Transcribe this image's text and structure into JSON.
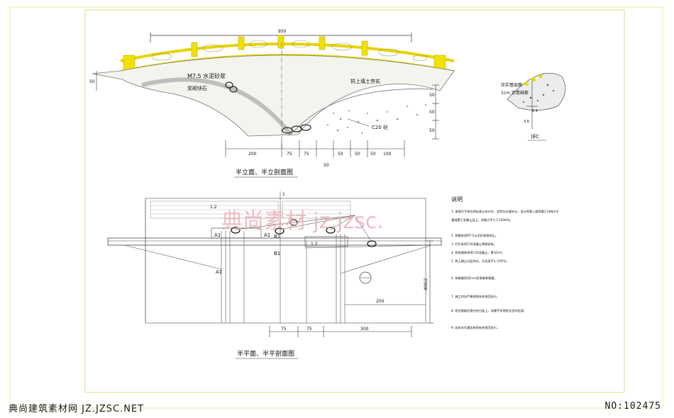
{
  "drawing": {
    "top_elevation": {
      "title": "半立面、半立剖面图",
      "overall_dim": "950",
      "dims_bottom": [
        "200",
        "75",
        "75",
        "50",
        "50",
        "50",
        "100"
      ],
      "dim_below": "50",
      "dim_left": "50",
      "dims_right": [
        "50",
        "50",
        "50"
      ],
      "label_mortar": "M7.5 水泥砂浆",
      "label_stone": "浆砌块石",
      "label_fill": "拱上填土夯实",
      "label_concrete": "C20 砼"
    },
    "detail": {
      "title": "详C",
      "note1": "压实基层面",
      "note2": "1cm 沥青麻絮",
      "dims": [
        "6.4",
        "3.6"
      ]
    },
    "bottom_plan": {
      "title": "半平面、半平剖面图",
      "dims_bottom": [
        "75",
        "75",
        "300"
      ],
      "dim_mid": "200",
      "dim_right": "400/2",
      "marks": [
        "A1",
        "A1",
        "A1",
        "B1",
        "B1",
        "1.2",
        "1.2",
        "1"
      ]
    },
    "notes": {
      "heading": "说明",
      "items": [
        "1. 本图尺寸单位除标高以米计外，其余均以厘米计，设计荷载人群荷载3.5kN/m2",
        "   基础置于坚硬土层上，承载力不小于150kPa。",
        "2. 拱圈采用M7.5水泥砂浆砌块石。",
        "3. 栏杆采用C20混凝土预制安装。",
        "4. 桥面铺装采用C20混凝土，厚10cm。",
        "5. 拱上填土分层夯实，压实度不小于95%。",
        "6. 伸缩缝采用1cm沥青麻絮填塞。",
        "7. 施工时应严格按照有关规范执行。",
        "8. 桥台基础应落在持力层上，如遇不良地质应及时处理。",
        "9. 其余未尽事宜参照有关规范执行。"
      ]
    },
    "watermark": "典尚素材  jz.jzsc."
  },
  "footer": {
    "left": "典尚建筑素材网 JZ.JZSC.NET",
    "right": "NO:102475"
  }
}
